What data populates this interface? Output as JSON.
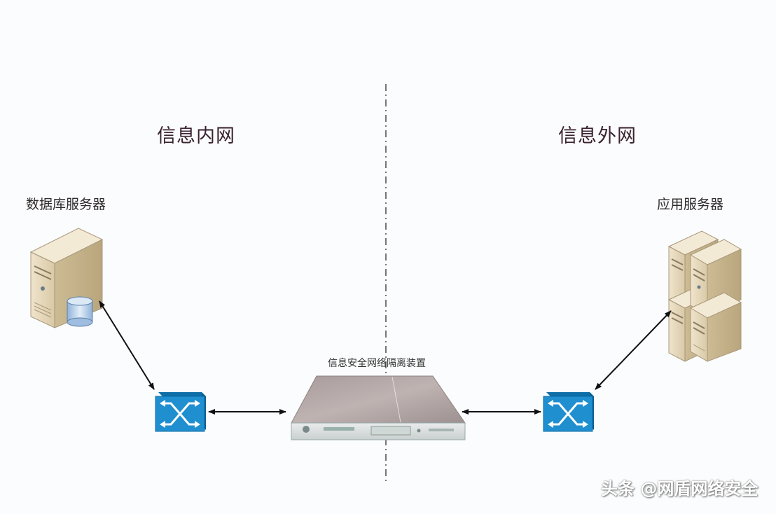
{
  "zones": {
    "inner": "信息内网",
    "outer": "信息外网"
  },
  "nodes": {
    "db_server": "数据库服务器",
    "app_server": "应用服务器",
    "isolation_device": "信息安全网络隔离装置"
  },
  "watermark": "头条 @网盾网络安全",
  "colors": {
    "switch": "#1f8fd0",
    "arrow": "#111111",
    "divider": "#555555"
  }
}
